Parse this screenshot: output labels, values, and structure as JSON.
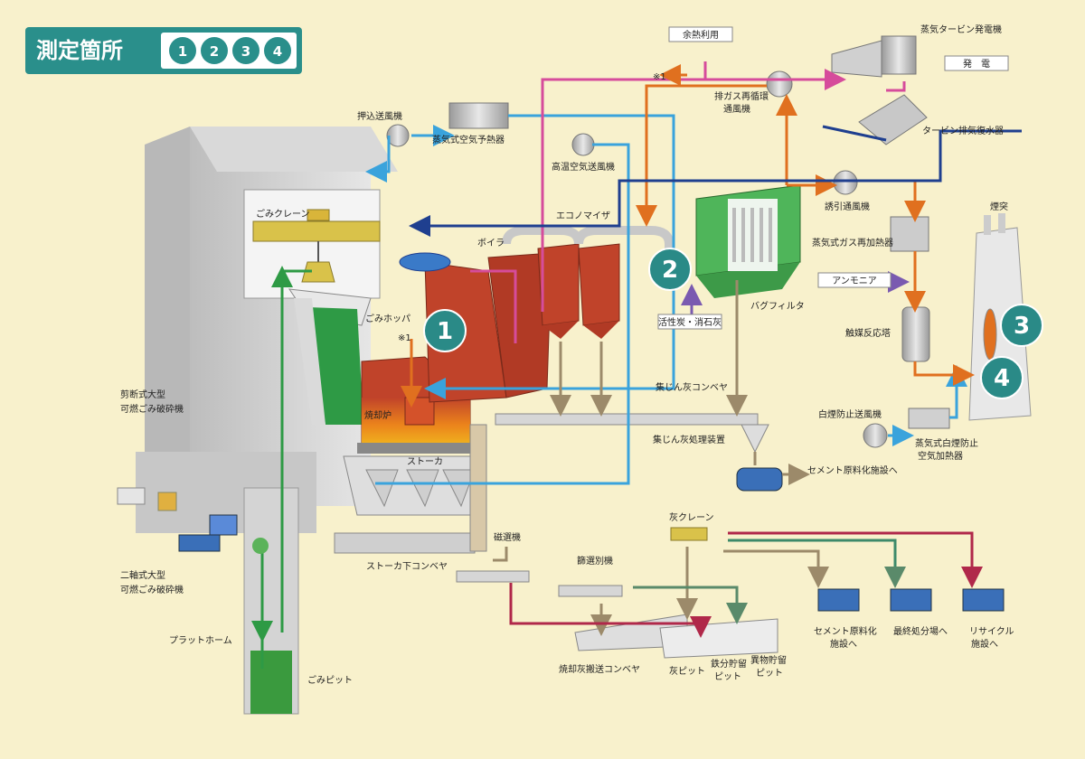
{
  "header": {
    "title": "測定箇所",
    "points": [
      "1",
      "2",
      "3",
      "4"
    ]
  },
  "diagram_markers": {
    "m1": "1",
    "m2": "2",
    "m3": "3",
    "m4": "4"
  },
  "labels": {
    "oshikomi": "押込送風機",
    "steam_air_preheater": "蒸気式空気予熱器",
    "high_temp_fan": "高温空気送風機",
    "waste_heat": "余熱利用",
    "turbine_gen": "蒸気タービン発電機",
    "power": "発　電",
    "note_1a": "※1",
    "egr_fan_1": "排ガス再循環",
    "egr_fan_2": "通風機",
    "condenser": "タービン排気復水器",
    "crane": "ごみクレーン",
    "economizer": "エコノマイザ",
    "boiler": "ボイラ",
    "induced_fan": "誘引通風機",
    "chimney": "煙突",
    "gas_reheater": "蒸気式ガス再加熱器",
    "ammonia": "アンモニア",
    "bag_filter": "バグフィルタ",
    "carbon": "活性炭・消石灰",
    "catalyst": "触媒反応塔",
    "hopper": "ごみホッパ",
    "note_1b": "※1",
    "furnace": "焼却炉",
    "dust_conveyor": "集じん灰コンベヤ",
    "white_smoke_fan": "白煙防止送風機",
    "dust_treatment": "集じん灰処理装置",
    "steam_white_1": "蒸気式白煙防止",
    "steam_white_2": "空気加熱器",
    "shear_1": "剪断式大型",
    "shear_2": "可燃ごみ破砕機",
    "stoker": "ストーカ",
    "cement_facility": "セメント原料化施設へ",
    "twin_1": "二軸式大型",
    "twin_2": "可燃ごみ破砕機",
    "ash_crane": "灰クレーン",
    "magnet": "磁選機",
    "sieve": "篩選別機",
    "stoker_conveyor": "ストーカ下コンベヤ",
    "platform": "プラットホーム",
    "to_cement_1": "セメント原料化",
    "to_cement_2": "施設へ",
    "to_final": "最終処分場へ",
    "to_recycle_1": "リサイクル",
    "to_recycle_2": "施設へ",
    "ash_conveyor": "焼却灰搬送コンベヤ",
    "ash_pit": "灰ピット",
    "iron_pit_1": "鉄分貯留",
    "iron_pit_2": "ピット",
    "foreign_pit_1": "異物貯留",
    "foreign_pit_2": "ピット",
    "waste_pit": "ごみピット"
  },
  "colors": {
    "background": "#f8f1cc",
    "header_bg": "#2a8f8b",
    "marker": "#2a8a87",
    "flow_air": "#3aa3dc",
    "flow_steam": "#d64c9b",
    "flow_gas": "#e0701f",
    "flow_water": "#1f3f8f",
    "flow_waste": "#2e9a45",
    "flow_ash": "#9c8a6a",
    "flow_ash_red": "#b0284a",
    "flow_ash_green": "#5a8a6a",
    "boiler": "#c0432a",
    "bag_filter": "#4fb55a",
    "building": "#cfcfcf"
  }
}
